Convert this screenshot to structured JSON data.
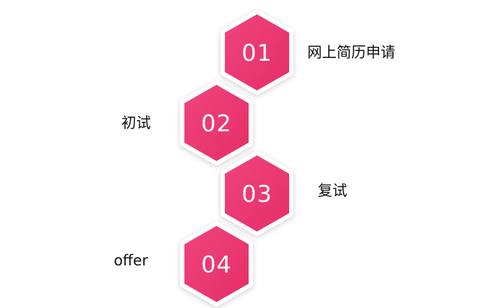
{
  "colors": {
    "hex_fill_start": "#ef3f7a",
    "hex_fill_end": "#e8306a",
    "hex_border": "#ffffff",
    "number_text": "#ffffff",
    "label_text": "#111111"
  },
  "steps": [
    {
      "number": "01",
      "label": "网上简历申请"
    },
    {
      "number": "02",
      "label": "初试"
    },
    {
      "number": "03",
      "label": "复试"
    },
    {
      "number": "04",
      "label": "offer"
    }
  ]
}
